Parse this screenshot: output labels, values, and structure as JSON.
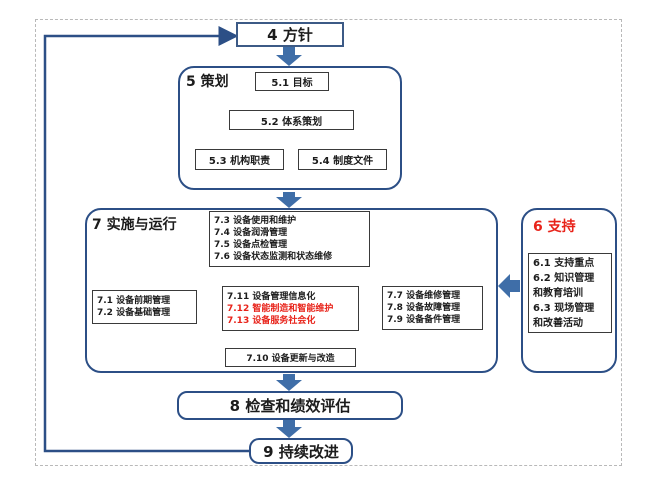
{
  "top": {
    "policy": "4 方针"
  },
  "planning": {
    "title": "5 策划",
    "goal": "5.1 目标",
    "system": "5.2 体系策划",
    "org": "5.3 机构职责",
    "rules": "5.4 制度文件"
  },
  "operation": {
    "title": "7 实施与运行",
    "upper": [
      "7.3 设备使用和维护",
      "7.4 设备润滑管理",
      "7.5 设备点检管理",
      "7.6 设备状态监测和状态维修"
    ],
    "left": [
      "7.1 设备前期管理",
      "7.2 设备基础管理"
    ],
    "center": [
      "7.11 设备管理信息化",
      "7.12 智能制造和智能维护",
      "7.13 设备服务社会化"
    ],
    "right": [
      "7.7 设备维修管理",
      "7.8 设备故障管理",
      "7.9 设备备件管理"
    ],
    "bottom": "7.10 设备更新与改造"
  },
  "support": {
    "title": "6 支持",
    "items": [
      "6.1 支持重点",
      "6.2 知识管理",
      "和教育培训",
      "6.3 现场管理",
      "和改善活动"
    ]
  },
  "check": "8 检查和绩效评估",
  "improve": "9 持续改进",
  "colors": {
    "border": "#2c4f86",
    "arrow_gray": "#a9bfd6",
    "arrow_blue": "#3f6ea8",
    "red": "#e8231a"
  }
}
